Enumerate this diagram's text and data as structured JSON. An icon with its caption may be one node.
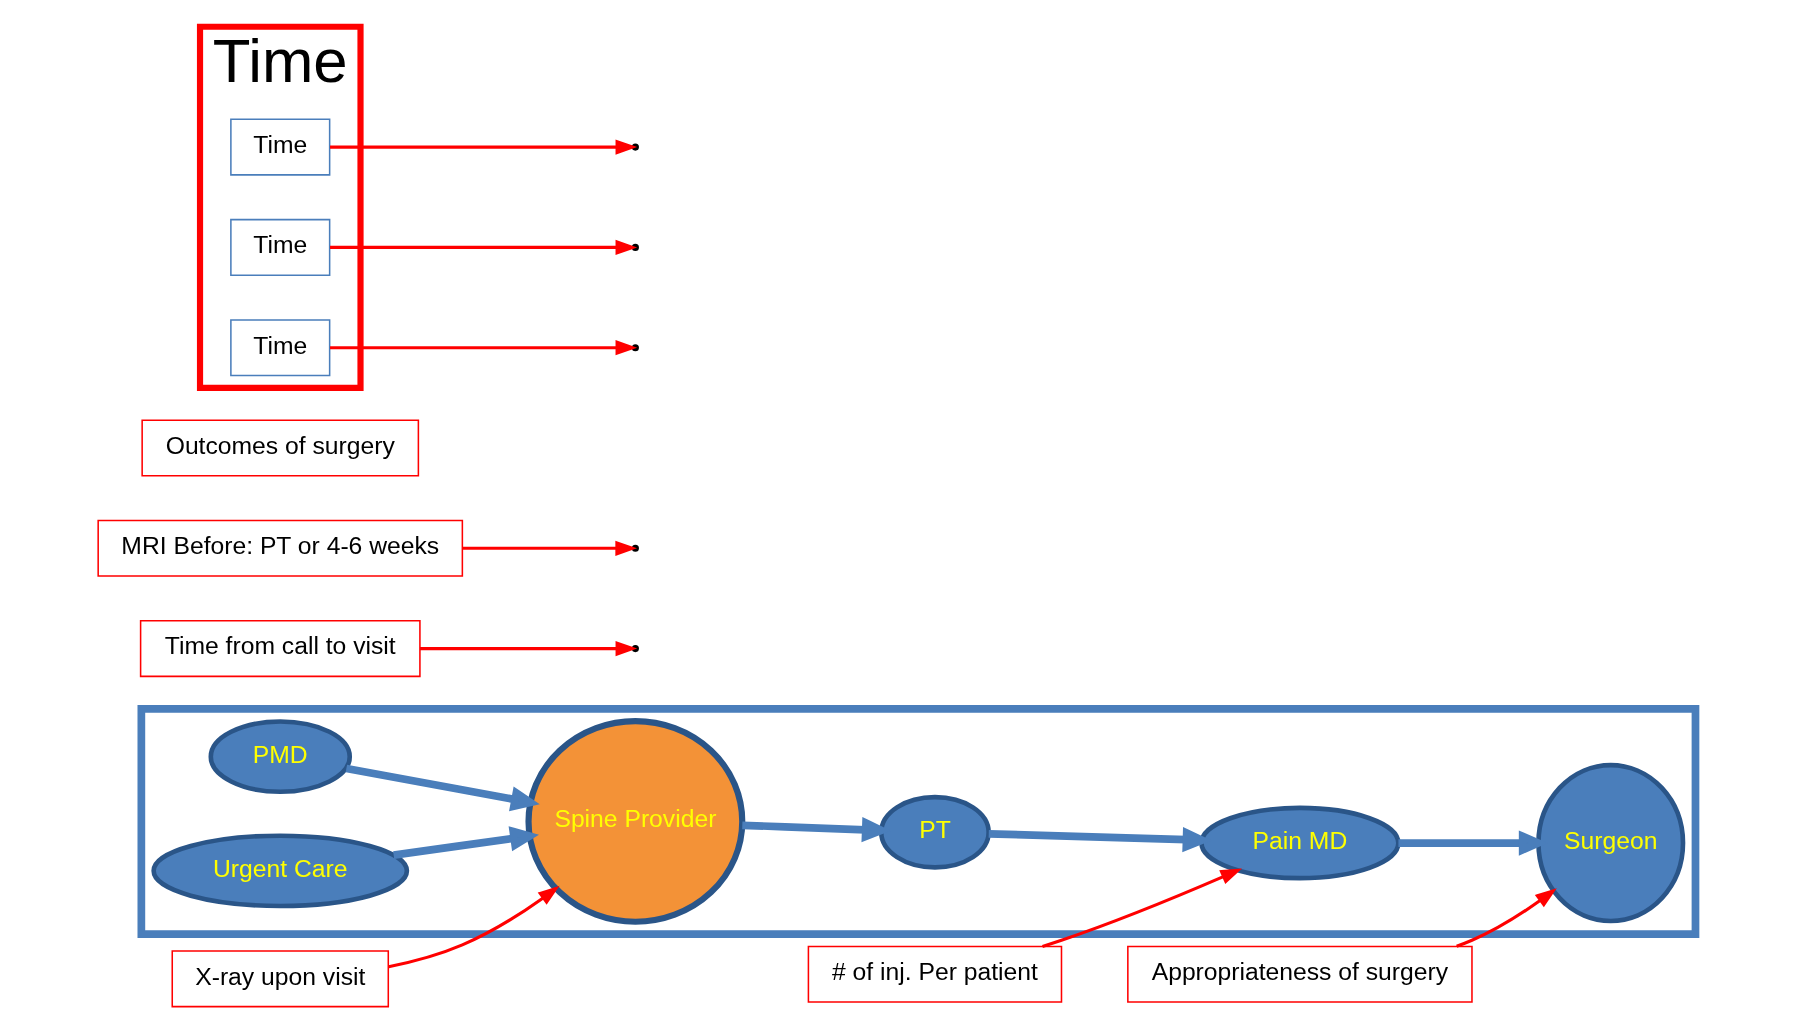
{
  "diagram": {
    "nodes": [
      {
        "text": [],
        "shape": "arrow"
      },
      {
        "text": [
          "Time from call to visit"
        ]
      },
      {
        "text": [
          "X-ray upon visit"
        ]
      },
      {
        "text": [
          "MRI Before: PT or 4-6 weeks"
        ]
      },
      {
        "text": [
          "# of inj. Per patient"
        ]
      },
      {
        "text": [
          "Outcomes of surgery"
        ]
      },
      {
        "text": [
          "Appropriateness of surgery"
        ]
      },
      {
        "text": [
          "PMD"
        ],
        "in": 0
      },
      {
        "text": [
          "Spine Provider"
        ],
        "in": 0
      },
      {
        "text": [
          "PT"
        ],
        "in": 0
      },
      {
        "text": [
          "Pain MD"
        ],
        "in": 0
      },
      {
        "text": [
          "Surgeon"
        ],
        "in": 0
      },
      {
        "text": [
          "Urgent Care"
        ],
        "in": 0
      },
      {
        "text": [
          "Time"
        ]
      },
      {
        "text": [
          "Time"
        ],
        "in": 13
      },
      {
        "text": [
          "Time"
        ],
        "in": 13
      },
      {
        "text": [
          "Time"
        ],
        "in": 13
      }
    ],
    "edges": [
      {
        "from": 7,
        "to": 8,
        "arrow": "to",
        "style": "thick",
        "color": "#4a7ebb"
      },
      {
        "from": 12,
        "to": 8,
        "arrow": "to",
        "style": "thick",
        "color": "#4a7ebb"
      },
      {
        "from": 8,
        "to": 9,
        "arrow": "to",
        "style": "thick",
        "color": "#4a7ebb"
      },
      {
        "from": 9,
        "to": 10,
        "arrow": "to",
        "style": "thick",
        "color": "#4a7ebb"
      },
      {
        "from": 10,
        "to": 11,
        "arrow": "to",
        "style": "thick",
        "color": "#4a7ebb"
      },
      {
        "from": 1,
        "to": null,
        "arrow": "to"
      },
      {
        "from": 2,
        "to": 8,
        "arrow": "to"
      },
      {
        "from": 3,
        "to": null,
        "arrow": "to"
      },
      {
        "from": 4,
        "to": 10,
        "arrow": "to"
      },
      {
        "from": 6,
        "to": 11,
        "arrow": "to"
      },
      {
        "from": 14,
        "to": null,
        "arrow": "to"
      },
      {
        "from": 15,
        "to": null,
        "arrow": "to"
      },
      {
        "from": 16,
        "to": null,
        "arrow": "to"
      }
    ]
  }
}
